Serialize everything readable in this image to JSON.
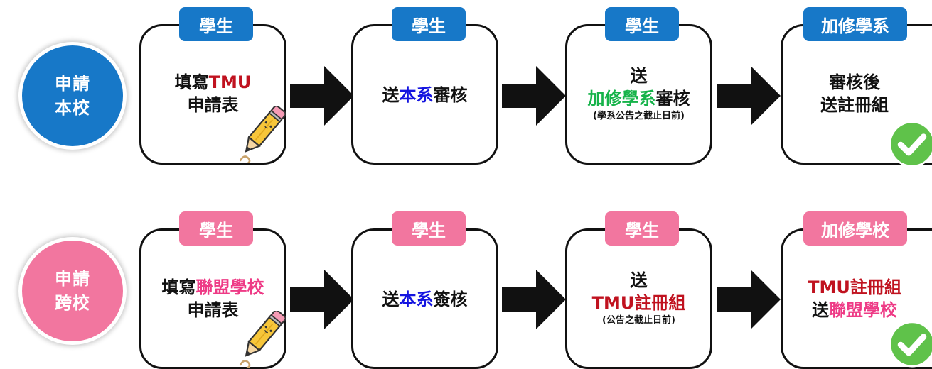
{
  "colors": {
    "blue": "#1778c8",
    "pink": "#f2769f",
    "tmu_red": "#c0121f",
    "dept_blue": "#1515e0",
    "green": "#16b34a",
    "pink_text": "#ee3b86",
    "check_green": "#5fc24a"
  },
  "row1": {
    "circle": {
      "line1": "申請",
      "line2": "本校"
    },
    "step1": {
      "tag": "學生",
      "pre": "填寫",
      "highlight": "TMU",
      "line2": "申請表",
      "icon": "pencil-icon"
    },
    "step2": {
      "tag": "學生",
      "pre": "送",
      "highlight": "本系",
      "post": "審核"
    },
    "step3": {
      "tag": "學生",
      "line1": "送",
      "highlight": "加修學系",
      "post": "審核",
      "note": "(學系公告之截止日前)"
    },
    "step4": {
      "tag": "加修學系",
      "line1": "審核後",
      "line2": "送註冊組",
      "icon": "check-icon"
    }
  },
  "row2": {
    "circle": {
      "line1": "申請",
      "line2": "跨校"
    },
    "step1": {
      "tag": "學生",
      "pre": "填寫",
      "highlight": "聯盟學校",
      "line2": "申請表",
      "icon": "pencil-icon"
    },
    "step2": {
      "tag": "學生",
      "pre": "送",
      "highlight": "本系",
      "post": "簽核"
    },
    "step3": {
      "tag": "學生",
      "line1": "送",
      "highlight": "TMU註冊組",
      "note": "(公告之截止日前)"
    },
    "step4": {
      "tag": "加修學校",
      "line1": "TMU註冊組",
      "pre2": "送",
      "highlight2": "聯盟學校",
      "icon": "check-icon"
    }
  }
}
